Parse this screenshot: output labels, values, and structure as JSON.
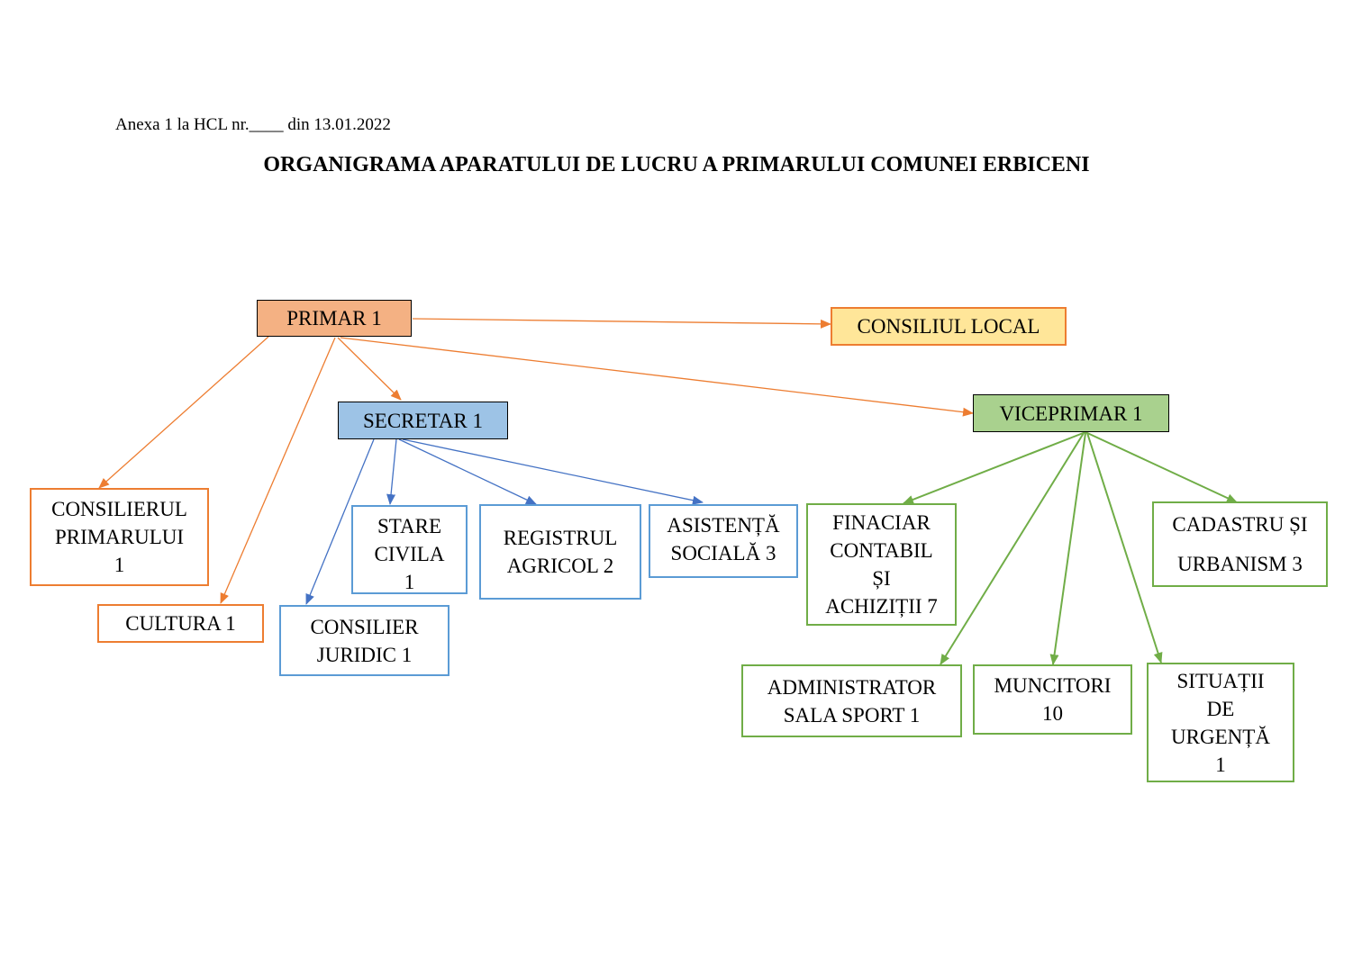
{
  "header": {
    "annex": "Anexa 1 la HCL nr.____ din 13.01.2022",
    "title": "ORGANIGRAMA APARATULUI DE LUCRU A PRIMARULUI COMUNEI ERBICENI"
  },
  "colors": {
    "primar_fill": "#F4B183",
    "consiliu_fill": "#FFE699",
    "secretar_fill": "#9DC3E6",
    "viceprimar_fill": "#A9D18E",
    "orange_line": "#ED7D31",
    "blue_line": "#4472C4",
    "green_line": "#70AD47"
  },
  "nodes": {
    "primar": "PRIMAR 1",
    "consiliul_local": "CONSILIUL LOCAL",
    "secretar": "SECRETAR 1",
    "viceprimar": "VICEPRIMAR 1",
    "consilierul_primarului": "CONSILIERUL\nPRIMARULUI\n1",
    "cultura": "CULTURA 1",
    "consilier_juridic": "CONSILIER\nJURIDIC 1",
    "stare_civila": "STARE\nCIVILA\n1",
    "registrul_agricol": "REGISTRUL\nAGRICOL 2",
    "asistenta_sociala": "ASISTENȚĂ\nSOCIALĂ 3",
    "financiar": "FINACIAR\nCONTABIL\nȘI\nACHIZIȚII 7",
    "cadastru": "CADASTRU ȘI\n\nURBANISM 3",
    "administrator": "ADMINISTRATOR\nSALA SPORT 1",
    "muncitori": "MUNCITORI\n10",
    "situatii": "SITUAȚII\nDE\nURGENȚĂ\n1"
  }
}
